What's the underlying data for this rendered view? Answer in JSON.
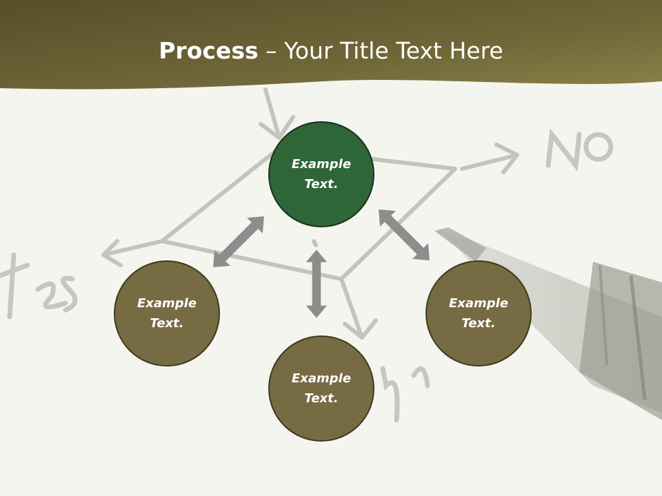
{
  "slide": {
    "title_bold": "Process",
    "title_separator": " – ",
    "title_rest": "Your Title Text Here"
  },
  "nodes": {
    "center": "Example Text.",
    "left": "Example Text.",
    "right": "Example Text.",
    "bottom": "Example Text."
  },
  "background_sketch": {
    "yes_label": "Yes",
    "no_label": "No",
    "maybe_label": "ybe"
  },
  "colors": {
    "header_band": "#6e6539",
    "center_circle": "#2f6637",
    "outer_circle": "#766b43",
    "arrow": "#8e8e8e",
    "sketch": "#bfc0b8"
  }
}
